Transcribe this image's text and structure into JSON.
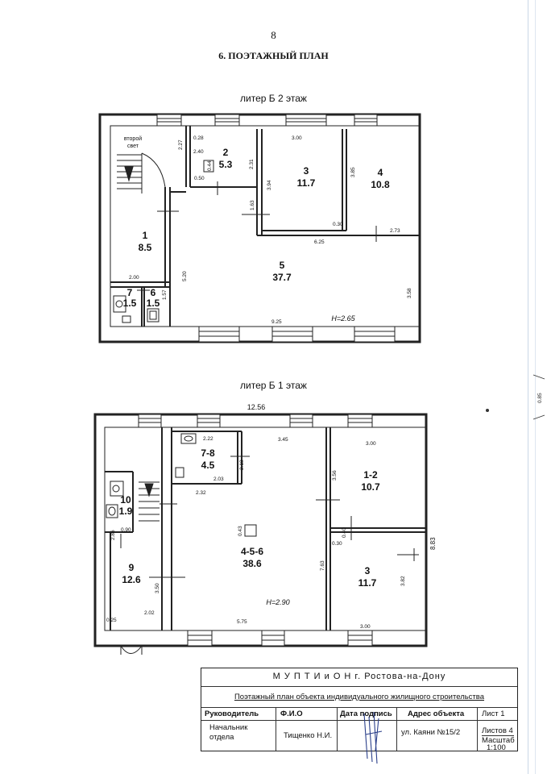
{
  "page_number": "8",
  "heading": "6.    ПОЭТАЖНЫЙ ПЛАН",
  "floor2": {
    "title": "литер  Б   2 этаж",
    "height_label": "H=2.65",
    "note_line1": "второй",
    "note_line2": "свет",
    "rooms": [
      {
        "num": "1",
        "area": "8.5"
      },
      {
        "num": "2",
        "area": "5.3"
      },
      {
        "num": "3",
        "area": "11.7"
      },
      {
        "num": "4",
        "area": "10.8"
      },
      {
        "num": "5",
        "area": "37.7"
      },
      {
        "num": "6",
        "area": "1.5"
      },
      {
        "num": "7",
        "area": "1.5"
      }
    ],
    "dims": [
      "2.27",
      "0.28",
      "2.40",
      "0.44",
      "0.50",
      "2.31",
      "3.00",
      "3.94",
      "3.85",
      "1.63",
      "0.30",
      "2.73",
      "6.25",
      "2.00",
      "5.20",
      "1.57",
      "3.58",
      "9.25"
    ]
  },
  "floor1": {
    "title": "литер  Б   1 этаж",
    "overall_width": "12.56",
    "overall_height": "8.83",
    "height_label": "H=2.90",
    "rooms": [
      {
        "num": "7-8",
        "area": "4.5"
      },
      {
        "num": "10",
        "area": "1.9"
      },
      {
        "num": "9",
        "area": "12.6"
      },
      {
        "num": "4-5-6",
        "area": "38.6"
      },
      {
        "num": "1-2",
        "area": "10.7"
      },
      {
        "num": "3",
        "area": "11.7"
      }
    ],
    "dims": [
      "2.22",
      "3.45",
      "3.00",
      "2.18",
      "2.03",
      "3.56",
      "2.32",
      "2.86",
      "0.90",
      "0.43",
      "0.40",
      "0.30",
      "3.50",
      "2.02",
      "7.63",
      "3.82",
      "0.25",
      "5.75",
      "3.00"
    ]
  },
  "side_mark": "0.85",
  "title_block": {
    "org": "М У П Т И и О Н  г. Ростова-на-Дону",
    "subject": "Поэтажный  план объекта индивидуального жилищного строительства",
    "hdr_role": "Руководитель",
    "hdr_fio": "Ф.И.О",
    "hdr_date": "Дата подпись",
    "hdr_address": "Адрес объекта",
    "hdr_sheet": "Лист   1",
    "role_line1": "Начальник",
    "role_line2": "отдела",
    "fio": "Тищенко Н.И.",
    "address": "ул. Каяни №15/2",
    "sheets": "Листов  4",
    "scale_label": "Масштаб",
    "scale": "1:100"
  }
}
